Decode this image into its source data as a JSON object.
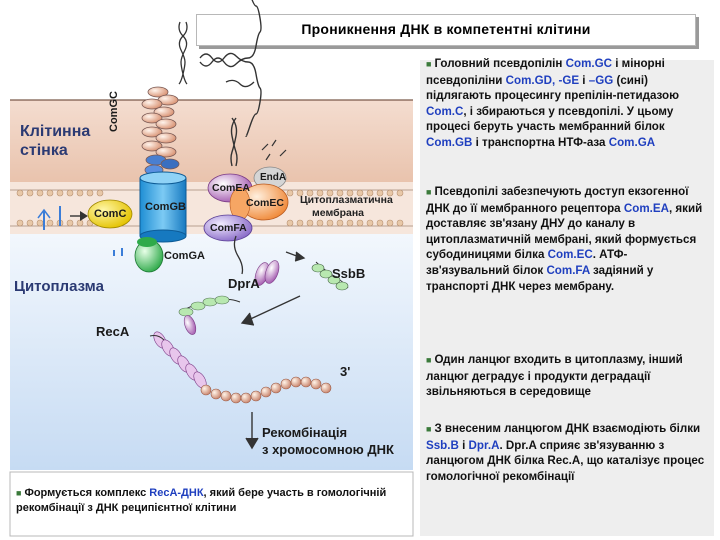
{
  "title": "Проникнення ДНК в компетентні клітини",
  "figure": {
    "cell_wall_label": [
      "Клітинна",
      "стінка"
    ],
    "membrane_label": [
      "Цитоплазматична",
      "мембрана"
    ],
    "cytoplasm_label": "Цитоплазма",
    "proteins": {
      "comgc": "ComGC",
      "enda": "EndA",
      "comea": "ComEA",
      "comec": "ComEC",
      "comgb": "ComGB",
      "comc": "ComC",
      "comfa": "ComFA",
      "comga": "ComGA",
      "dpra": "DprA",
      "ssbb": "SsbB",
      "reca": "RecA"
    },
    "strand_end": "3'",
    "recombination": [
      "Рекомбінація",
      "з хромосомною ДНК"
    ]
  },
  "bottom_box": {
    "parts": [
      {
        "t": "Формується комплекс ",
        "hl": false
      },
      {
        "t": "RecA-ДНК",
        "hl": true
      },
      {
        "t": ", який бере участь в гомологічній рекомбінації з ДНК реципієнтної клітини",
        "hl": false
      }
    ]
  },
  "right_panel": {
    "paragraphs": [
      [
        {
          "t": "Головний псевдопілін ",
          "hl": false
        },
        {
          "t": "Com.GC",
          "hl": true
        },
        {
          "t": " і мінорні псевдопіліни ",
          "hl": false
        },
        {
          "t": "Com.GD, -GE",
          "hl": true
        },
        {
          "t": " і ",
          "hl": false
        },
        {
          "t": "–GG",
          "hl": true
        },
        {
          "t": " (сині) підлягають процесингу препілін-петидазою ",
          "hl": false
        },
        {
          "t": "Com.C",
          "hl": true
        },
        {
          "t": ", і збираються у псевдопілі. У цьому процесі беруть участь мембранний білок ",
          "hl": false
        },
        {
          "t": "Com.GB",
          "hl": true
        },
        {
          "t": " і транспортна НТФ-аза ",
          "hl": false
        },
        {
          "t": "Com.GA",
          "hl": true
        }
      ],
      [
        {
          "t": "Псевдопілі забезпечують доступ екзогенної ДНК до її мембранного рецептора ",
          "hl": false
        },
        {
          "t": "Com.EA",
          "hl": true
        },
        {
          "t": ", який доставляє зв'язану ДНУ до каналу в цитоплазматичній мембрані, який формується субодиницями білка ",
          "hl": false
        },
        {
          "t": "Com.EC",
          "hl": true
        },
        {
          "t": ". АТФ-зв'язувальний білок ",
          "hl": false
        },
        {
          "t": "Com.FA",
          "hl": true
        },
        {
          "t": " задіяний у транспорті ДНК через мембрану.",
          "hl": false
        }
      ],
      [
        {
          "t": "Один ланцюг входить в цитоплазму, інший ланцюг деградує і продукти деградації звільняються в середовище",
          "hl": false
        }
      ],
      [
        {
          "t": "З внесеним ланцюгом ДНК взаємодіють білки ",
          "hl": false
        },
        {
          "t": "Ssb.B",
          "hl": true
        },
        {
          "t": " і ",
          "hl": false
        },
        {
          "t": "Dpr.A",
          "hl": true
        },
        {
          "t": ". Dpr.A сприяє зв'язуванню з ланцюгом ДНК білка Rec.A, що каталізує процес гомологічної рекомбінації",
          "hl": false
        }
      ]
    ]
  }
}
